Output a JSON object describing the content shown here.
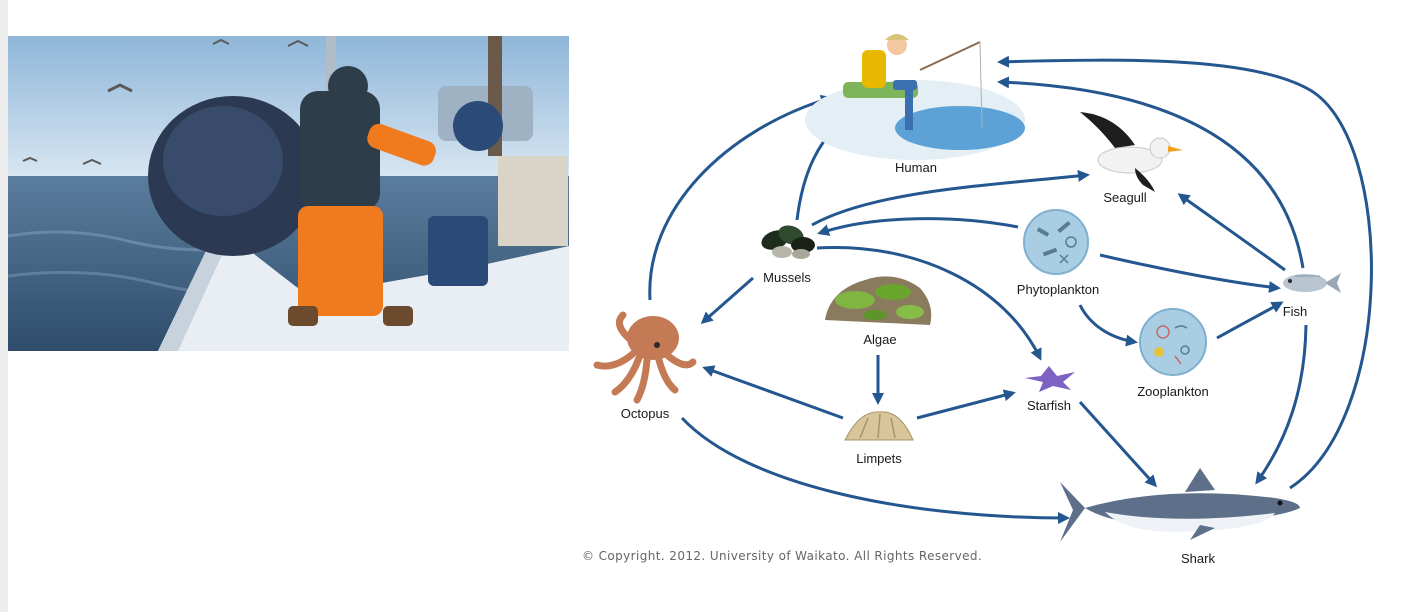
{
  "colors": {
    "arrow": "#24568f",
    "background": "#ffffff",
    "sea": "#3d5f80",
    "sky": "#b9d3e8",
    "overalls": "#f07b1f",
    "jacket": "#2e3d4a"
  },
  "photo": {
    "subject": "fisherman-hauling-net-icon"
  },
  "food_web": {
    "nodes": [
      {
        "id": "human",
        "label": "Human",
        "icon": "fisherman-icon"
      },
      {
        "id": "seagull",
        "label": "Seagull",
        "icon": "seagull-icon"
      },
      {
        "id": "mussels",
        "label": "Mussels",
        "icon": "mussels-icon"
      },
      {
        "id": "phytoplankton",
        "label": "Phytoplankton",
        "icon": "phytoplankton-icon"
      },
      {
        "id": "fish",
        "label": "Fish",
        "icon": "fish-icon"
      },
      {
        "id": "algae",
        "label": "Algae",
        "icon": "algae-rock-icon"
      },
      {
        "id": "zooplankton",
        "label": "Zooplankton",
        "icon": "zooplankton-icon"
      },
      {
        "id": "octopus",
        "label": "Octopus",
        "icon": "octopus-icon"
      },
      {
        "id": "starfish",
        "label": "Starfish",
        "icon": "starfish-icon"
      },
      {
        "id": "limpets",
        "label": "Limpets",
        "icon": "limpet-icon"
      },
      {
        "id": "shark",
        "label": "Shark",
        "icon": "shark-icon"
      }
    ],
    "edges": [
      {
        "from": "octopus",
        "to": "human"
      },
      {
        "from": "mussels",
        "to": "human"
      },
      {
        "from": "mussels",
        "to": "seagull"
      },
      {
        "from": "mussels",
        "to": "octopus"
      },
      {
        "from": "mussels",
        "to": "starfish"
      },
      {
        "from": "phytoplankton",
        "to": "mussels"
      },
      {
        "from": "phytoplankton",
        "to": "fish"
      },
      {
        "from": "phytoplankton",
        "to": "zooplankton"
      },
      {
        "from": "zooplankton",
        "to": "fish"
      },
      {
        "from": "fish",
        "to": "seagull"
      },
      {
        "from": "fish",
        "to": "human"
      },
      {
        "from": "fish",
        "to": "shark"
      },
      {
        "from": "shark",
        "to": "human"
      },
      {
        "from": "algae",
        "to": "limpets"
      },
      {
        "from": "limpets",
        "to": "octopus"
      },
      {
        "from": "limpets",
        "to": "starfish"
      },
      {
        "from": "starfish",
        "to": "shark"
      },
      {
        "from": "octopus",
        "to": "shark"
      }
    ]
  },
  "copyright": "© Copyright. 2012. University of Waikato. All Rights Reserved."
}
